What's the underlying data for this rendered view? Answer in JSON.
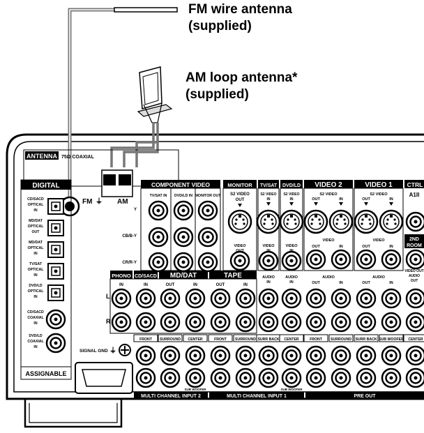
{
  "callouts": {
    "fm_line1": "FM wire antenna",
    "fm_line2": "(supplied)",
    "am_line1": "AM loop antenna*",
    "am_line2": "(supplied)"
  },
  "panel": {
    "antenna_title": "ANTENNA",
    "antenna_coax": "75Ω COAXIAL",
    "fm_label": "FM",
    "am_label": "AM",
    "gnd_symbol": "⏚",
    "digital_title": "DIGITAL",
    "digital_jacks": [
      [
        "CD/SACD",
        "OPTICAL",
        "IN"
      ],
      [
        "MD/DAT",
        "OPTICAL",
        "OUT"
      ],
      [
        "MD/DAT",
        "OPTICAL",
        "IN"
      ],
      [
        "TV/SAT",
        "OPTICAL",
        "IN"
      ],
      [
        "DVD/LD",
        "OPTICAL",
        "IN"
      ],
      [
        "CD/SACD",
        "COAXIAL",
        "IN"
      ],
      [
        "DVD/LD",
        "COAXIAL",
        "IN"
      ]
    ],
    "assignable": "ASSIGNABLE",
    "component_video": "COMPONENT VIDEO",
    "cv_cols": [
      "TV/SAT IN",
      "DVD/LD IN",
      "MONITOR OUT"
    ],
    "cv_rows": [
      "Y",
      "CB/B-Y",
      "CR/R-Y"
    ],
    "monitor": "MONITOR",
    "tvsat": "TV/SAT",
    "dvdld": "DVD/LD",
    "video2": "VIDEO 2",
    "video1": "VIDEO 1",
    "ctrl": "CTRL",
    "a1": "A1II",
    "s2_video_out": [
      "S2 VIDEO",
      "OUT"
    ],
    "s2_video_in": [
      "S2 VIDEO",
      "IN"
    ],
    "s2_video": "S2 VIDEO",
    "video_out": [
      "VIDEO",
      "OUT"
    ],
    "video_in": [
      "VIDEO",
      "IN"
    ],
    "video": "VIDEO",
    "audio_in": [
      "AUDIO",
      "IN"
    ],
    "audio": "AUDIO",
    "out": "OUT",
    "in": "IN",
    "second_room": [
      "2ND",
      "ROOM"
    ],
    "video_out_audio_out": [
      "VIDEO OUT",
      "AUDIO",
      "OUT"
    ],
    "phono": "PHONO",
    "cdsacd": "CD/SACD",
    "mddat": "MD/DAT",
    "tape": "TAPE",
    "left": "L",
    "right": "R",
    "signal_gnd": "SIGNAL GND",
    "mc_labels": [
      "FRONT",
      "SURROUND",
      "CENTER"
    ],
    "mc1_labels": [
      "FRONT",
      "SURROUND",
      "SURR BACK",
      "CENTER"
    ],
    "pre_labels": [
      "FRONT",
      "SURROUND",
      "SURR BACK",
      "SUB WOOFER",
      "CENTER"
    ],
    "sub_woofer": "SUB WOOFER",
    "multi2": "MULTI CHANNEL INPUT 2",
    "multi1": "MULTI CHANNEL INPUT 1",
    "pre_out": "PRE OUT"
  }
}
